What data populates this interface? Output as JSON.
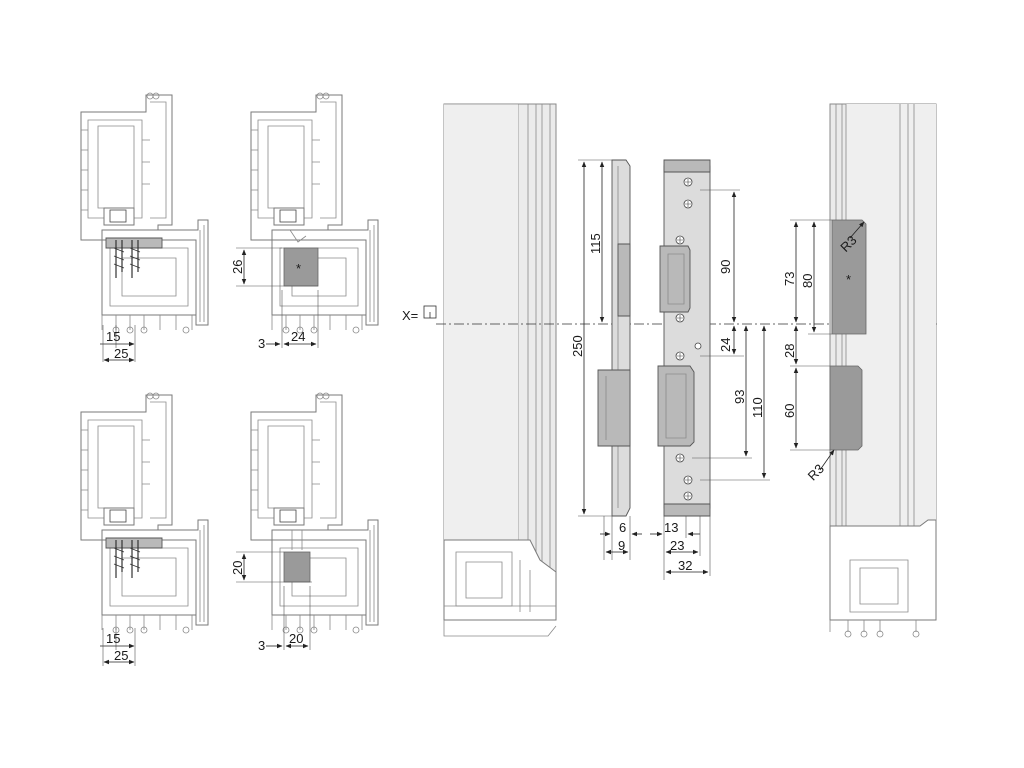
{
  "details": {
    "top_left": {
      "dim_inner": "15",
      "dim_outer": "25"
    },
    "top_right": {
      "dim_height": "26",
      "dim_offset": "3",
      "dim_width": "24",
      "marker": "*"
    },
    "bottom_left": {
      "dim_inner": "15",
      "dim_outer": "25"
    },
    "bottom_right": {
      "dim_height": "20",
      "dim_offset": "3",
      "dim_width": "20"
    }
  },
  "reference": {
    "x_label": "X="
  },
  "side_view": {
    "total_length": "250",
    "upper_length": "115",
    "thickness_inner": "6",
    "thickness_outer": "9"
  },
  "front_view": {
    "upper_slot": "90",
    "slot_offset": "24",
    "lower_slot": "93",
    "lower_total": "110",
    "width_a": "13",
    "width_b": "23",
    "width_c": "32"
  },
  "routing": {
    "radius_top": "R3",
    "radius_bottom": "R3",
    "upper_height": "73",
    "upper_total": "80",
    "gap": "28",
    "lower_height": "60",
    "marker": "*"
  },
  "colors": {
    "line": "#7a7a7a",
    "metal": "#dcdcdc",
    "pocket": "#9a9a9a"
  }
}
